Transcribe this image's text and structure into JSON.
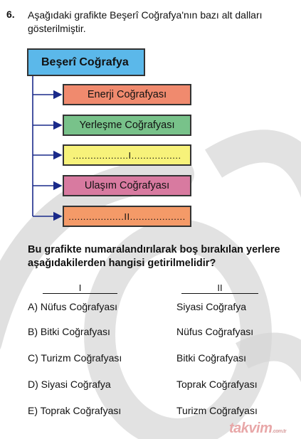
{
  "question": {
    "number": "6.",
    "text": "Aşağıdaki grafikte Beşerî Coğrafya'nın bazı alt dalları gösterilmiştir."
  },
  "diagram": {
    "root": "Beşerî Coğrafya",
    "items": [
      {
        "label": "Enerji Coğrafyası",
        "color": "#f08a6e"
      },
      {
        "label": "Yerleşme Coğrafyası",
        "color": "#78c28a"
      },
      {
        "label": "...................I.................",
        "color": "#f7f27a"
      },
      {
        "label": "Ulaşım Coğrafyası",
        "color": "#d87aa0"
      },
      {
        "label": "...................II...................",
        "color": "#f49a68"
      }
    ],
    "root_color": "#5bb8ea"
  },
  "prompt": "Bu grafikte numaralandırılarak boş bırakılan yerlere aşağıdakilerden hangisi getirilmelidir?",
  "columns": {
    "col1": "I",
    "col2": "II"
  },
  "options": [
    {
      "left": "A) Nüfus Coğrafyası",
      "right": "Siyasi Coğrafya"
    },
    {
      "left": "B) Bitki Coğrafyası",
      "right": "Nüfus Coğrafyası"
    },
    {
      "left": "C) Turizm Coğrafyası",
      "right": "Bitki Coğrafyası"
    },
    {
      "left": "D) Siyasi Coğrafya",
      "right": "Toprak Coğrafyası"
    },
    {
      "left": "E) Toprak Coğrafyası",
      "right": "Turizm Coğrafyası"
    }
  ],
  "watermark": {
    "brand": "takvim",
    "sub": ".com.tr"
  }
}
